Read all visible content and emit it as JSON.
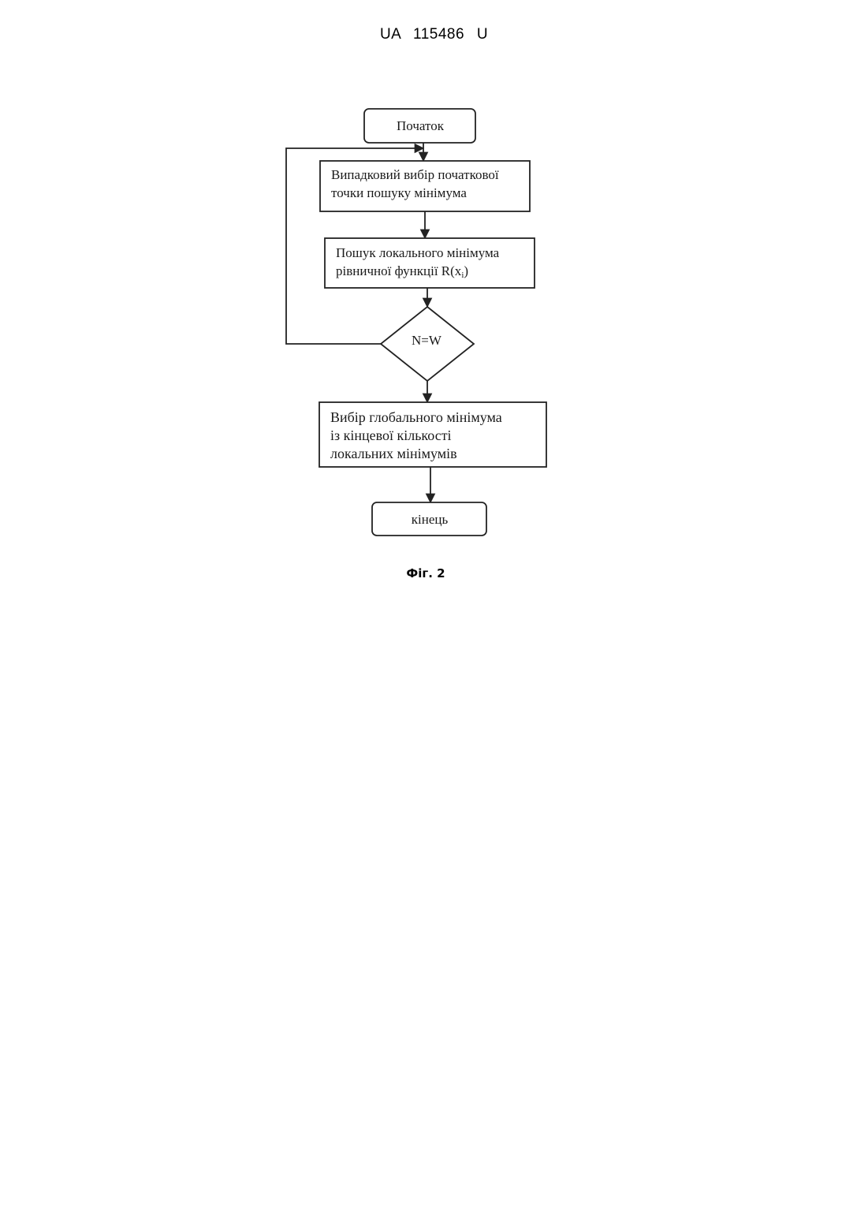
{
  "header": {
    "patent_number": "UA   115486   U"
  },
  "flowchart": {
    "start": "Початок",
    "step1": {
      "line1": "Випадковий вибір початкової",
      "line2": "точки пошуку мінімума"
    },
    "step2": {
      "line1": "Пошук локального мінімума",
      "line2_prefix": "рівничної функції R(x",
      "line2_sub": "i",
      "line2_suffix": ")"
    },
    "decision": "N=W",
    "step3": {
      "line1": "Вибір глобального мінімума",
      "line2": "із кінцевої кількості",
      "line3": "локальних мінімумів"
    },
    "end": "кінець"
  },
  "caption": "Фіг. 2"
}
